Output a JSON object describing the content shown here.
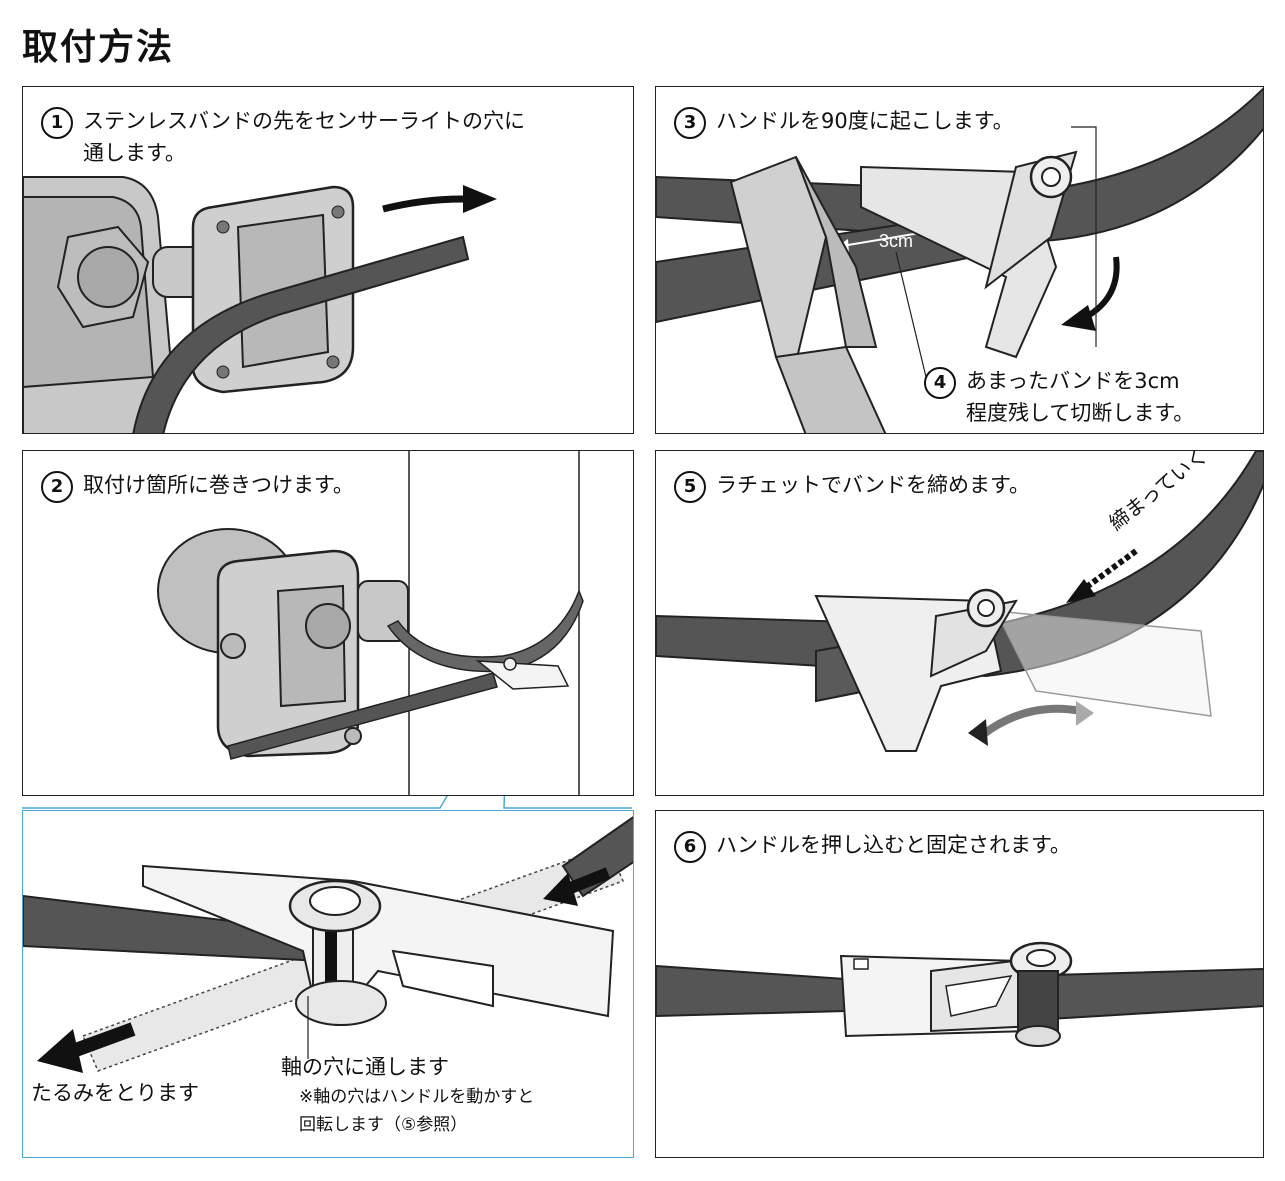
{
  "title": "取付方法",
  "steps": [
    {
      "num": "1",
      "text": "ステンレスバンドの先をセンサーライトの穴に\n通します。"
    },
    {
      "num": "2",
      "text": "取付け箇所に巻きつけます。"
    },
    {
      "num": "3",
      "text": "ハンドルを90度に起こします。"
    },
    {
      "num": "4",
      "text": "あまったバンドを3cm\n程度残して切断します。"
    },
    {
      "num": "5",
      "text": "ラチェットでバンドを締めます。"
    },
    {
      "num": "6",
      "text": "ハンドルを押し込むと固定されます。"
    }
  ],
  "labels": {
    "cut_length": "3cm",
    "tighten": "締まっていく",
    "slack": "たるみをとります",
    "axle_hole": "軸の穴に通します",
    "axle_note": "※軸の穴はハンドルを動かすと\n回転します（⑤参照）"
  },
  "colors": {
    "band": "#555555",
    "device": "#c8c8c8",
    "outline": "#222222",
    "detail_border": "#4aa8d8"
  }
}
